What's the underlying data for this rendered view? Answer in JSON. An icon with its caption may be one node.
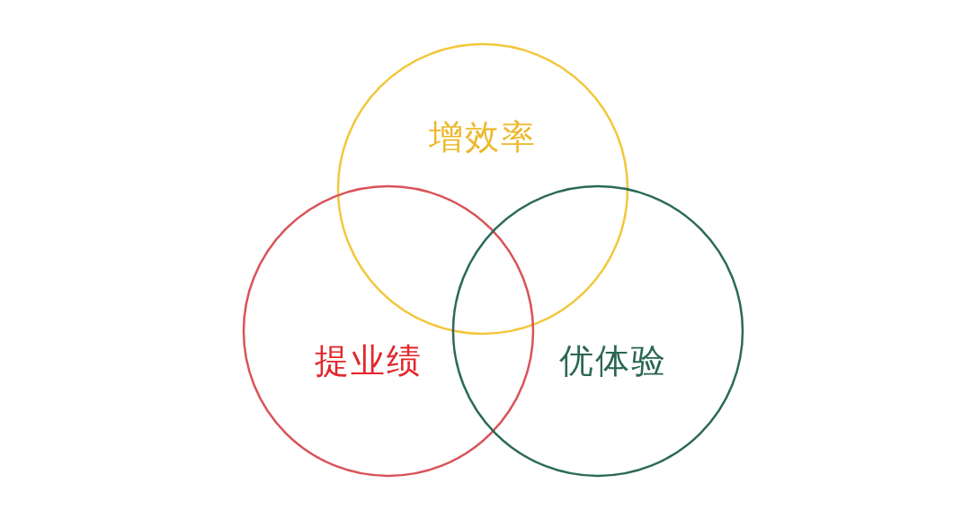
{
  "diagram": {
    "nodes": [
      {
        "text": [
          "增效率"
        ]
      },
      {
        "text": [
          "提业绩"
        ]
      },
      {
        "text": [
          "优体验"
        ]
      }
    ]
  }
}
